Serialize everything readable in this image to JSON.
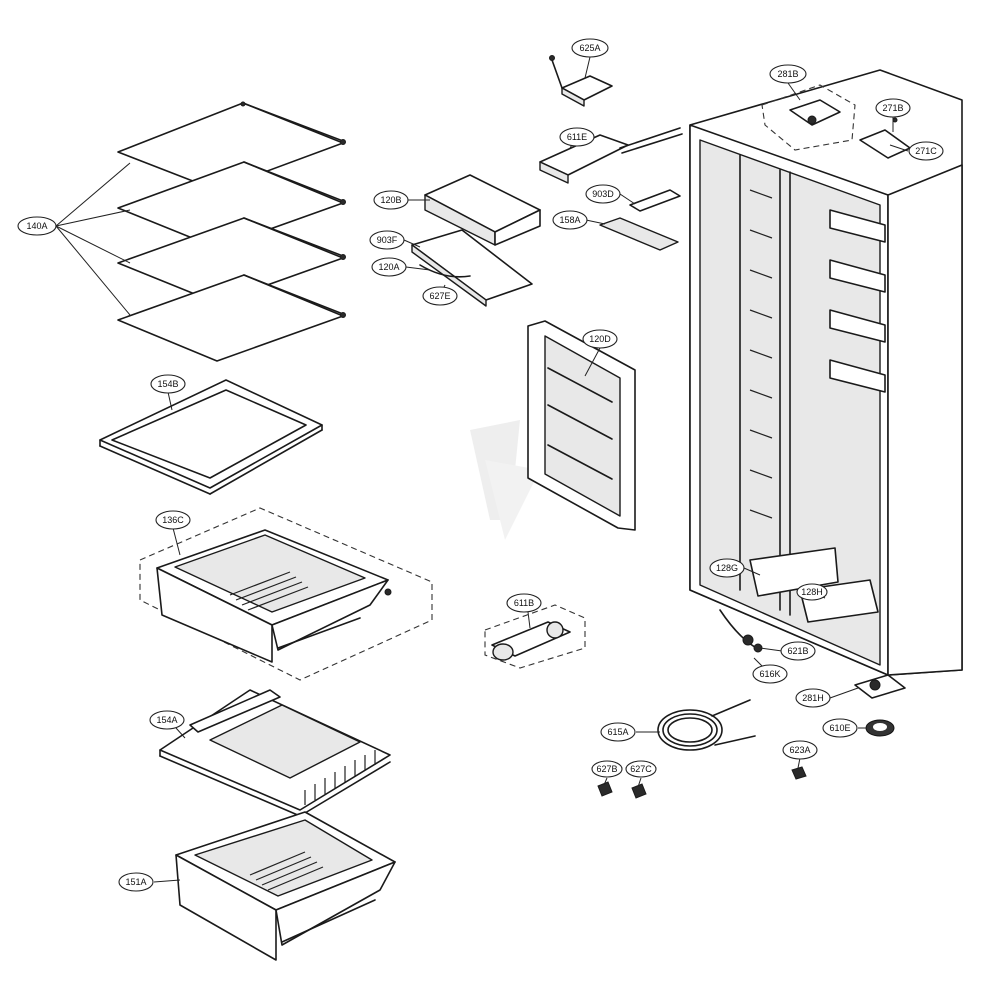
{
  "diagram": {
    "callouts": [
      {
        "id": "625a",
        "label": "625A"
      },
      {
        "id": "281b",
        "label": "281B"
      },
      {
        "id": "271b",
        "label": "271B"
      },
      {
        "id": "271c",
        "label": "271C"
      },
      {
        "id": "611e",
        "label": "611E"
      },
      {
        "id": "903d",
        "label": "903D"
      },
      {
        "id": "120b",
        "label": "120B"
      },
      {
        "id": "158a",
        "label": "158A"
      },
      {
        "id": "903f",
        "label": "903F"
      },
      {
        "id": "120a",
        "label": "120A"
      },
      {
        "id": "627e",
        "label": "627E"
      },
      {
        "id": "140a",
        "label": "140A"
      },
      {
        "id": "120d",
        "label": "120D"
      },
      {
        "id": "154b",
        "label": "154B"
      },
      {
        "id": "136c",
        "label": "136C"
      },
      {
        "id": "128g",
        "label": "128G"
      },
      {
        "id": "128h",
        "label": "128H"
      },
      {
        "id": "611b",
        "label": "611B"
      },
      {
        "id": "621b",
        "label": "621B"
      },
      {
        "id": "616k",
        "label": "616K"
      },
      {
        "id": "281h",
        "label": "281H"
      },
      {
        "id": "154a",
        "label": "154A"
      },
      {
        "id": "615a",
        "label": "615A"
      },
      {
        "id": "610e",
        "label": "610E"
      },
      {
        "id": "623a",
        "label": "623A"
      },
      {
        "id": "627b",
        "label": "627B"
      },
      {
        "id": "627c",
        "label": "627C"
      },
      {
        "id": "151a",
        "label": "151A"
      }
    ]
  }
}
